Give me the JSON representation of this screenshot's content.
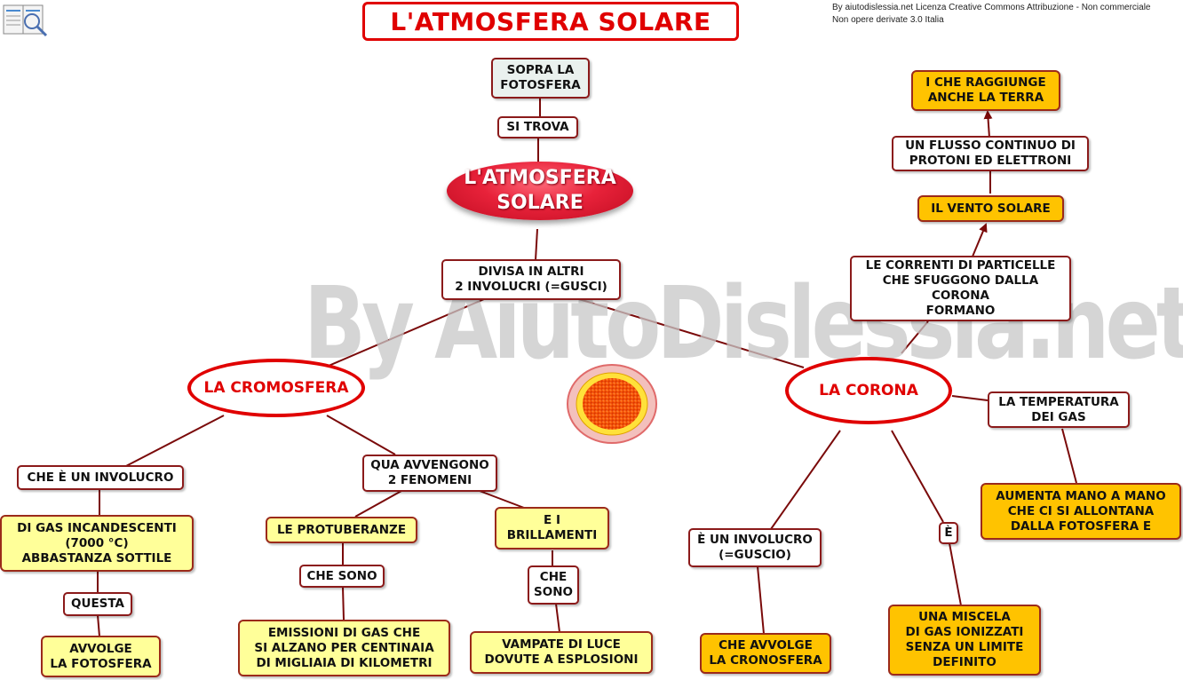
{
  "license": {
    "line1": "By aiutodislessia.net Licenza Creative Commons Attribuzione - Non commerciale",
    "line2": "Non opere derivate 3.0 Italia"
  },
  "watermark": "By AiutoDislessia.net",
  "title": "L'ATMOSFERA SOLARE",
  "center": "L'ATMOSFERA\nSOLARE",
  "top": {
    "sopra": "SOPRA LA\nFOTOSFERA",
    "si_trova": "SI TROVA",
    "divisa": "DIVISA IN ALTRI\n2 INVOLUCRI (=GUSCI)"
  },
  "cromosfera": {
    "title": "LA CROMOSFERA",
    "involucro": "CHE È UN INVOLUCRO",
    "gas": "DI GAS INCANDESCENTI\n(7000 °C)\nABBASTANZA SOTTILE",
    "questa": "QUESTA",
    "avvolge": "AVVOLGE\nLA FOTOSFERA",
    "fenomeni": "QUA AVVENGONO\n2 FENOMENI",
    "protuberanze": "LE PROTUBERANZE",
    "che_sono_1": "CHE SONO",
    "emissioni": "EMISSIONI DI GAS CHE\nSI ALZANO PER CENTINAIA\nDI MIGLIAIA DI KILOMETRI",
    "brillamenti": "E I\nBRILLAMENTI",
    "che_sono_2": "CHE\nSONO",
    "vampate": "VAMPATE DI LUCE\nDOVUTE A ESPLOSIONI"
  },
  "corona": {
    "title": "LA CORONA",
    "correnti": "LE CORRENTI DI PARTICELLE\nCHE SFUGGONO DALLA\nCORONA\nFORMANO",
    "vento": "IL VENTO SOLARE",
    "flusso": "UN FLUSSO CONTINUO DI\nPROTONI ED ELETTRONI",
    "terra": "I CHE RAGGIUNGE\nANCHE LA TERRA",
    "temperatura": "LA TEMPERATURA\nDEI GAS",
    "aumenta": "AUMENTA MANO A MANO\nCHE CI SI ALLONTANA\nDALLA FOTOSFERA E",
    "involucro": "È UN INVOLUCRO\n(=GUSCIO)",
    "avvolge": "CHE AVVOLGE\nLA CRONOSFERA",
    "e": "È",
    "miscela": "UNA MISCELA\nDI GAS IONIZZATI\nSENZA UN LIMITE\nDEFINITO"
  },
  "colors": {
    "accent_red": "#e00000",
    "link_color": "#7a0a0a",
    "yellow_box": "#ffff99",
    "orange_box": "#ffc300"
  }
}
